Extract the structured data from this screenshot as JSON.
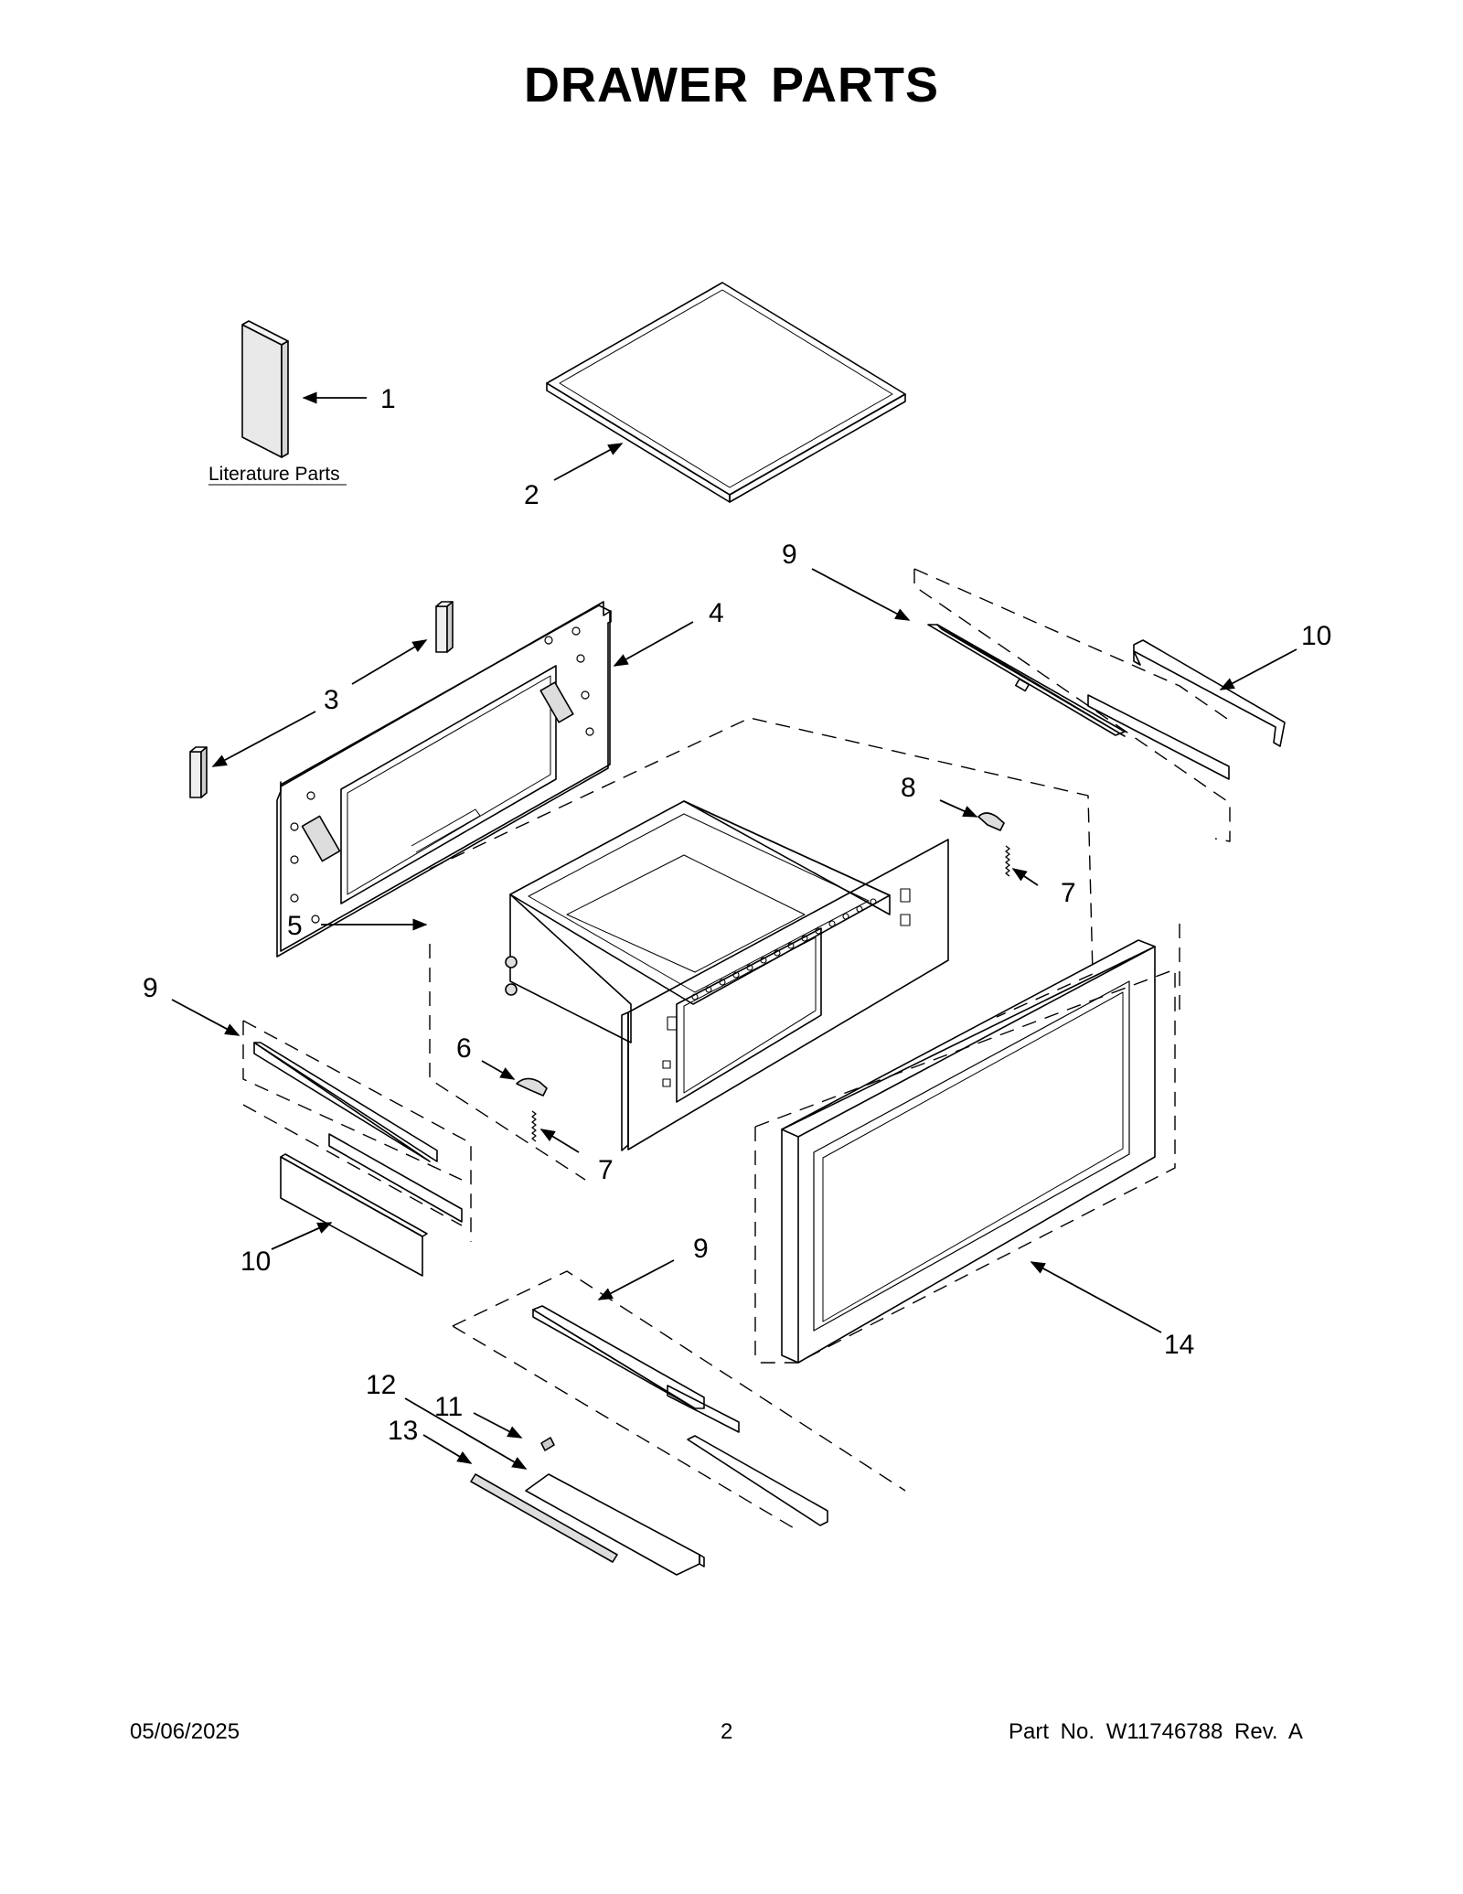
{
  "title": "DRAWER PARTS",
  "literature_label": "Literature Parts",
  "callouts": {
    "c1": "1",
    "c2": "2",
    "c3": "3",
    "c4": "4",
    "c5": "5",
    "c6": "6",
    "c7a": "7",
    "c7b": "7",
    "c8": "8",
    "c9a": "9",
    "c9b": "9",
    "c9c": "9",
    "c10a": "10",
    "c10b": "10",
    "c11": "11",
    "c12": "12",
    "c13": "13",
    "c14": "14"
  },
  "footer": {
    "date": "05/06/2025",
    "page": "2",
    "part": "Part No.  W11746788  Rev.  A"
  }
}
